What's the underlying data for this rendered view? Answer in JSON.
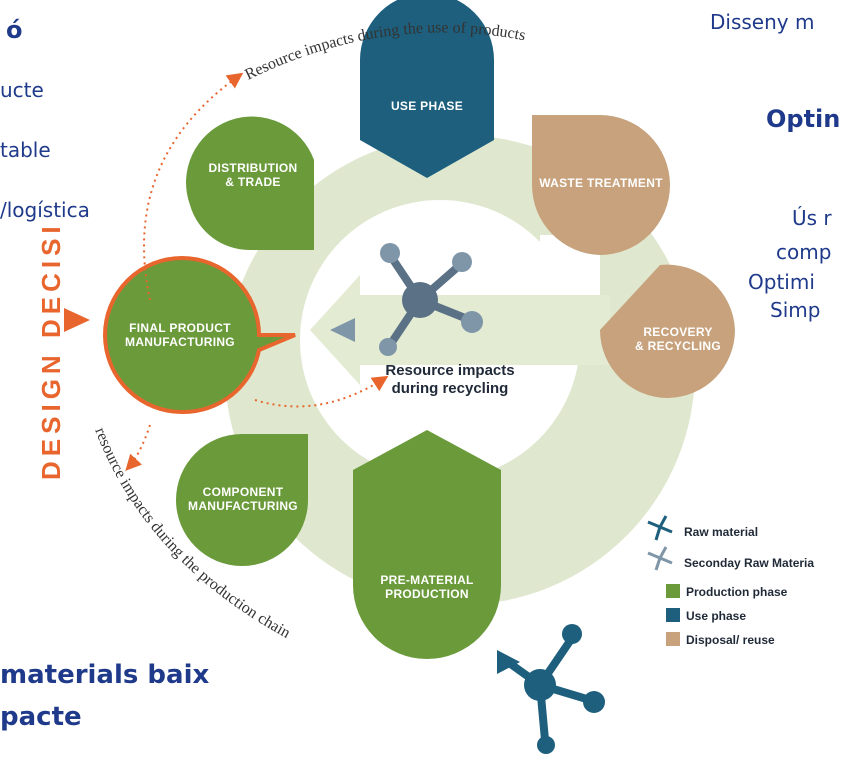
{
  "slide": {
    "title_fragment": "ó",
    "left_line_1": "ucte",
    "left_line_2": "table",
    "left_line_3": "/logística",
    "top_right_line": "Disseny m",
    "optim_fragment": "Optin",
    "right_line_1": "Ús r",
    "right_line_2": "comp",
    "right_line_3": "Optimi",
    "right_line_4": "Simp",
    "bottom_line_1": "materials baix",
    "bottom_line_2": "pacte"
  },
  "diagram": {
    "arc_top_label": "Resource impacts during the use of products",
    "arc_bottom_label": "resource impacts during the production chain",
    "design_decisions": "DESIGN DECISIONS",
    "center_label_1": "Resource impacts",
    "center_label_2": "during recycling",
    "stages": {
      "use_phase": "USE PHASE",
      "distribution_1": "DISTRIBUTION",
      "distribution_2": "& TRADE",
      "waste": "WASTE TREATMENT",
      "final_1": "FINAL PRODUCT",
      "final_2": "MANUFACTURING",
      "recovery_1": "RECOVERY",
      "recovery_2": "& RECYCLING",
      "component_1": "COMPONENT",
      "component_2": "MANUFACTURING",
      "premat_1": "PRE-MATERIAL",
      "premat_2": "PRODUCTION"
    },
    "colors": {
      "production": "#6a9a3a",
      "use": "#1d5f7d",
      "disposal": "#c7a27c",
      "ring": "#dfe8cf",
      "orange": "#e8662e",
      "molecule": "#5a7186"
    }
  },
  "legend": {
    "raw_material": "Raw material",
    "secondary_raw_material": "Seconday Raw Materia",
    "production_phase": "Production phase",
    "use_phase": "Use phase",
    "disposal_reuse": "Disposal/ reuse"
  }
}
